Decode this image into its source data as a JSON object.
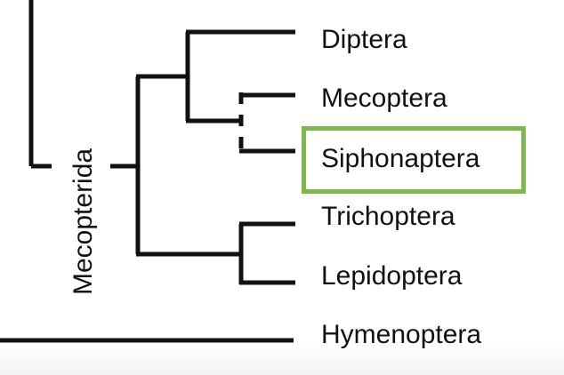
{
  "taxa": {
    "diptera": "Diptera",
    "mecoptera": "Mecoptera",
    "siphonaptera": "Siphonaptera",
    "trichoptera": "Trichoptera",
    "lepidoptera": "Lepidoptera",
    "hymenoptera": "Hymenoptera"
  },
  "group_label": "Mecopterida",
  "highlight": {
    "taxon": "Siphonaptera",
    "color": "#7db84a"
  },
  "colors": {
    "branch": "#111111",
    "text": "#111111",
    "background": "#ffffff"
  }
}
